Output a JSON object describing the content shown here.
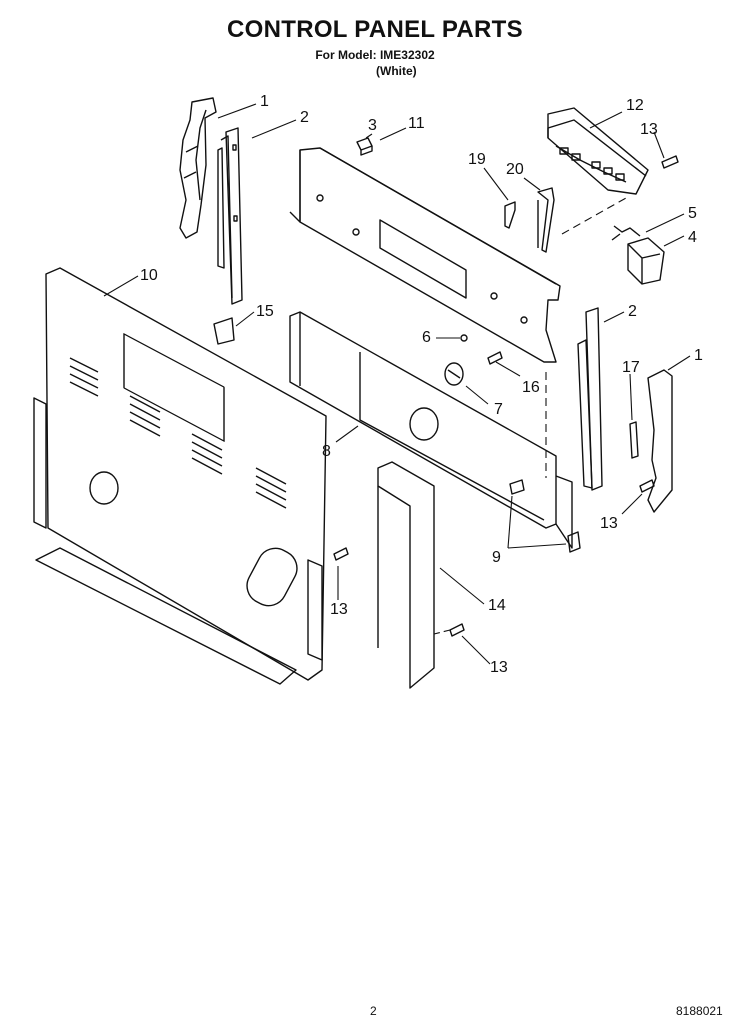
{
  "header": {
    "title": "CONTROL PANEL PARTS",
    "model_line": "For Model: IME32302",
    "color_line": "(White)"
  },
  "footer": {
    "page_number": "2",
    "document_number": "8188021"
  },
  "callouts": {
    "c1a": "1",
    "c2a": "2",
    "c3": "3",
    "c11": "11",
    "c12": "12",
    "c13a": "13",
    "c19": "19",
    "c20": "20",
    "c5": "5",
    "c4": "4",
    "c10": "10",
    "c15": "15",
    "c2b": "2",
    "c6": "6",
    "c1b": "1",
    "c17": "17",
    "c16": "16",
    "c7": "7",
    "c8": "8",
    "c13b": "13",
    "c9": "9",
    "c13c": "13",
    "c14": "14",
    "c13d": "13"
  }
}
